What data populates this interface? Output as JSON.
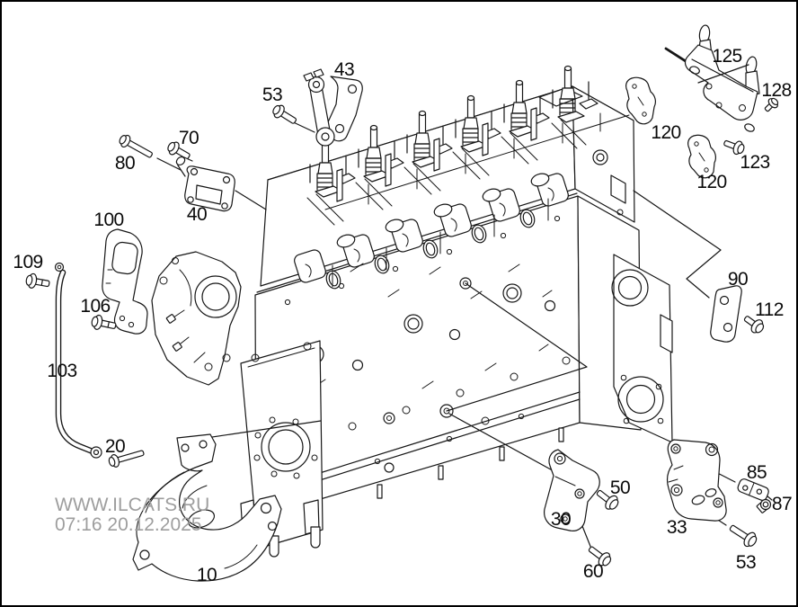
{
  "page": {
    "background_color": "#ffffff",
    "border_color": "#000000",
    "line_color": "#161616",
    "label_color": "#0a0a0a",
    "watermark_color": "#9e9e9e"
  },
  "watermark": {
    "site": "WWW.ILCATS.RU",
    "timestamp": "07:16 20.12.2025"
  },
  "diagram": {
    "type": "engine-exploded-parts-diagram",
    "subject": "engine block and cylinder head with mounting brackets and fasteners",
    "callouts": {
      "c80": "80",
      "c70": "70",
      "c53_top": "53",
      "c43": "43",
      "c40": "40",
      "c100": "100",
      "c109": "109",
      "c106": "106",
      "c103": "103",
      "c20": "20",
      "c10": "10",
      "c125": "125",
      "c128": "128",
      "c120_a": "120",
      "c123": "123",
      "c120_b": "120",
      "c90": "90",
      "c112": "112",
      "c85": "85",
      "c87": "87",
      "c33": "33",
      "c53_bottom": "53",
      "c50": "50",
      "c30": "30",
      "c60": "60"
    }
  }
}
